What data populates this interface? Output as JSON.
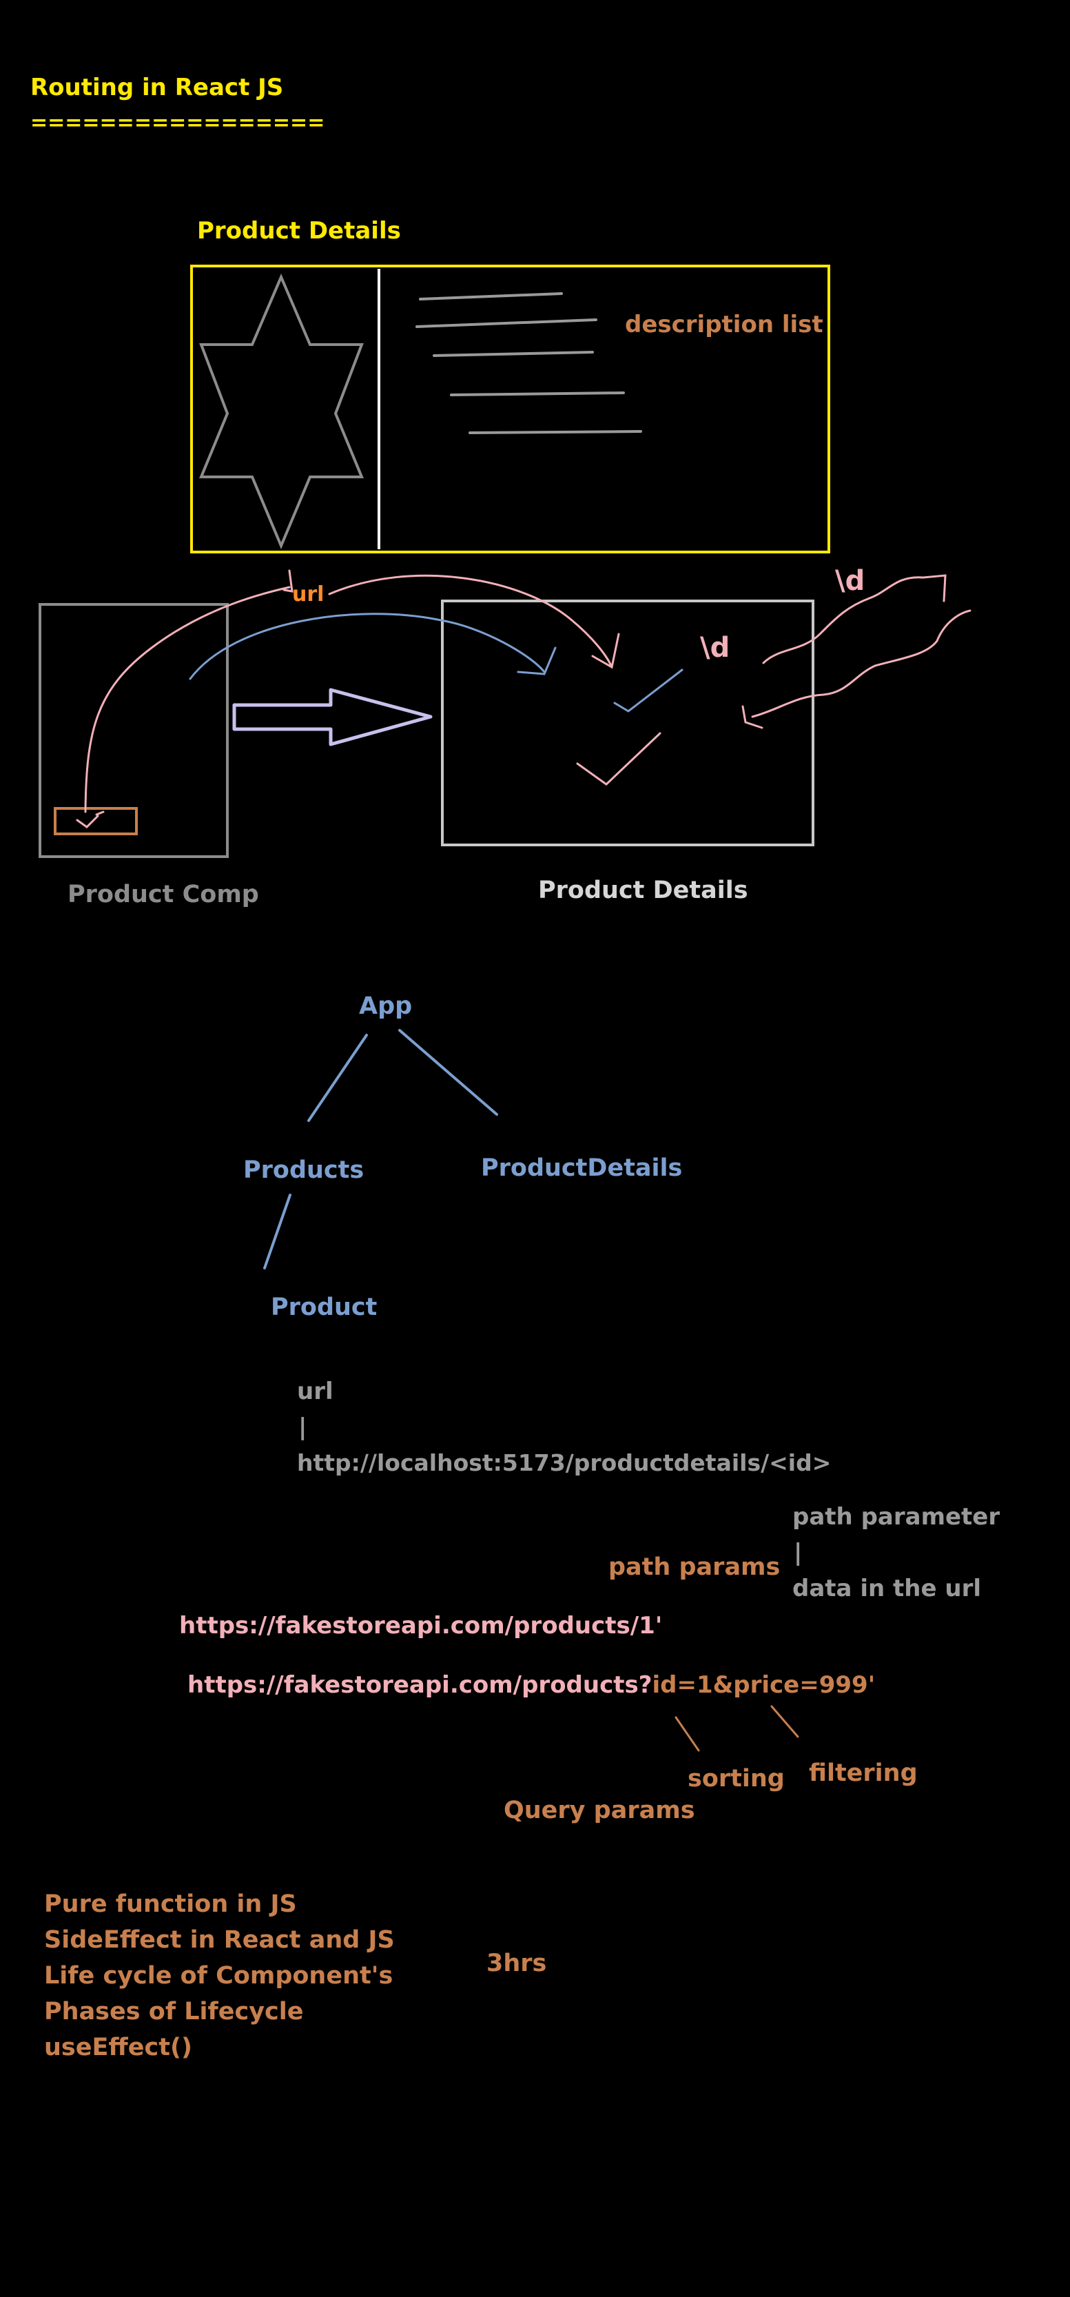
{
  "header": {
    "title": "Routing in React JS",
    "underline": "================="
  },
  "mockup": {
    "title": "Product Details",
    "side_label": "description list"
  },
  "flow": {
    "url_label": "url",
    "source_caption": "Product Comp",
    "target_caption": "Product Details",
    "scribble_1": "\\d",
    "scribble_2": "\\d"
  },
  "tree": {
    "root": "App",
    "left": "Products",
    "right": "ProductDetails",
    "leaf": "Product"
  },
  "url_notes": {
    "label": "url",
    "pipe": "|",
    "pattern": "http://localhost:5173/productdetails/<id>",
    "path_params_label": "path params",
    "path_param_note_1": "path parameter",
    "path_param_note_pipe": "|",
    "path_param_note_2": "data in the url",
    "example_path": "https://fakestoreapi.com/products/1'",
    "example_query_base": "https://fakestoreapi.com/products?",
    "example_query_params": "id=1&price=999'",
    "sorting_label": "sorting",
    "filtering_label": "filtering",
    "query_params_label": "Query params"
  },
  "agenda": {
    "items": [
      "Pure function in JS",
      "SideEffect in React and JS",
      "Life cycle of Component's",
      "Phases of Lifecycle",
      "useEffect()"
    ],
    "duration": "3hrs"
  },
  "colors": {
    "yellow": "#ffea00",
    "orange": "#c8804e",
    "blue": "#7b9fd0",
    "gray": "#9a9a9a",
    "light": "#d6d6d6",
    "pink": "#f2b0b8",
    "lavender": "#c8c0ec"
  }
}
